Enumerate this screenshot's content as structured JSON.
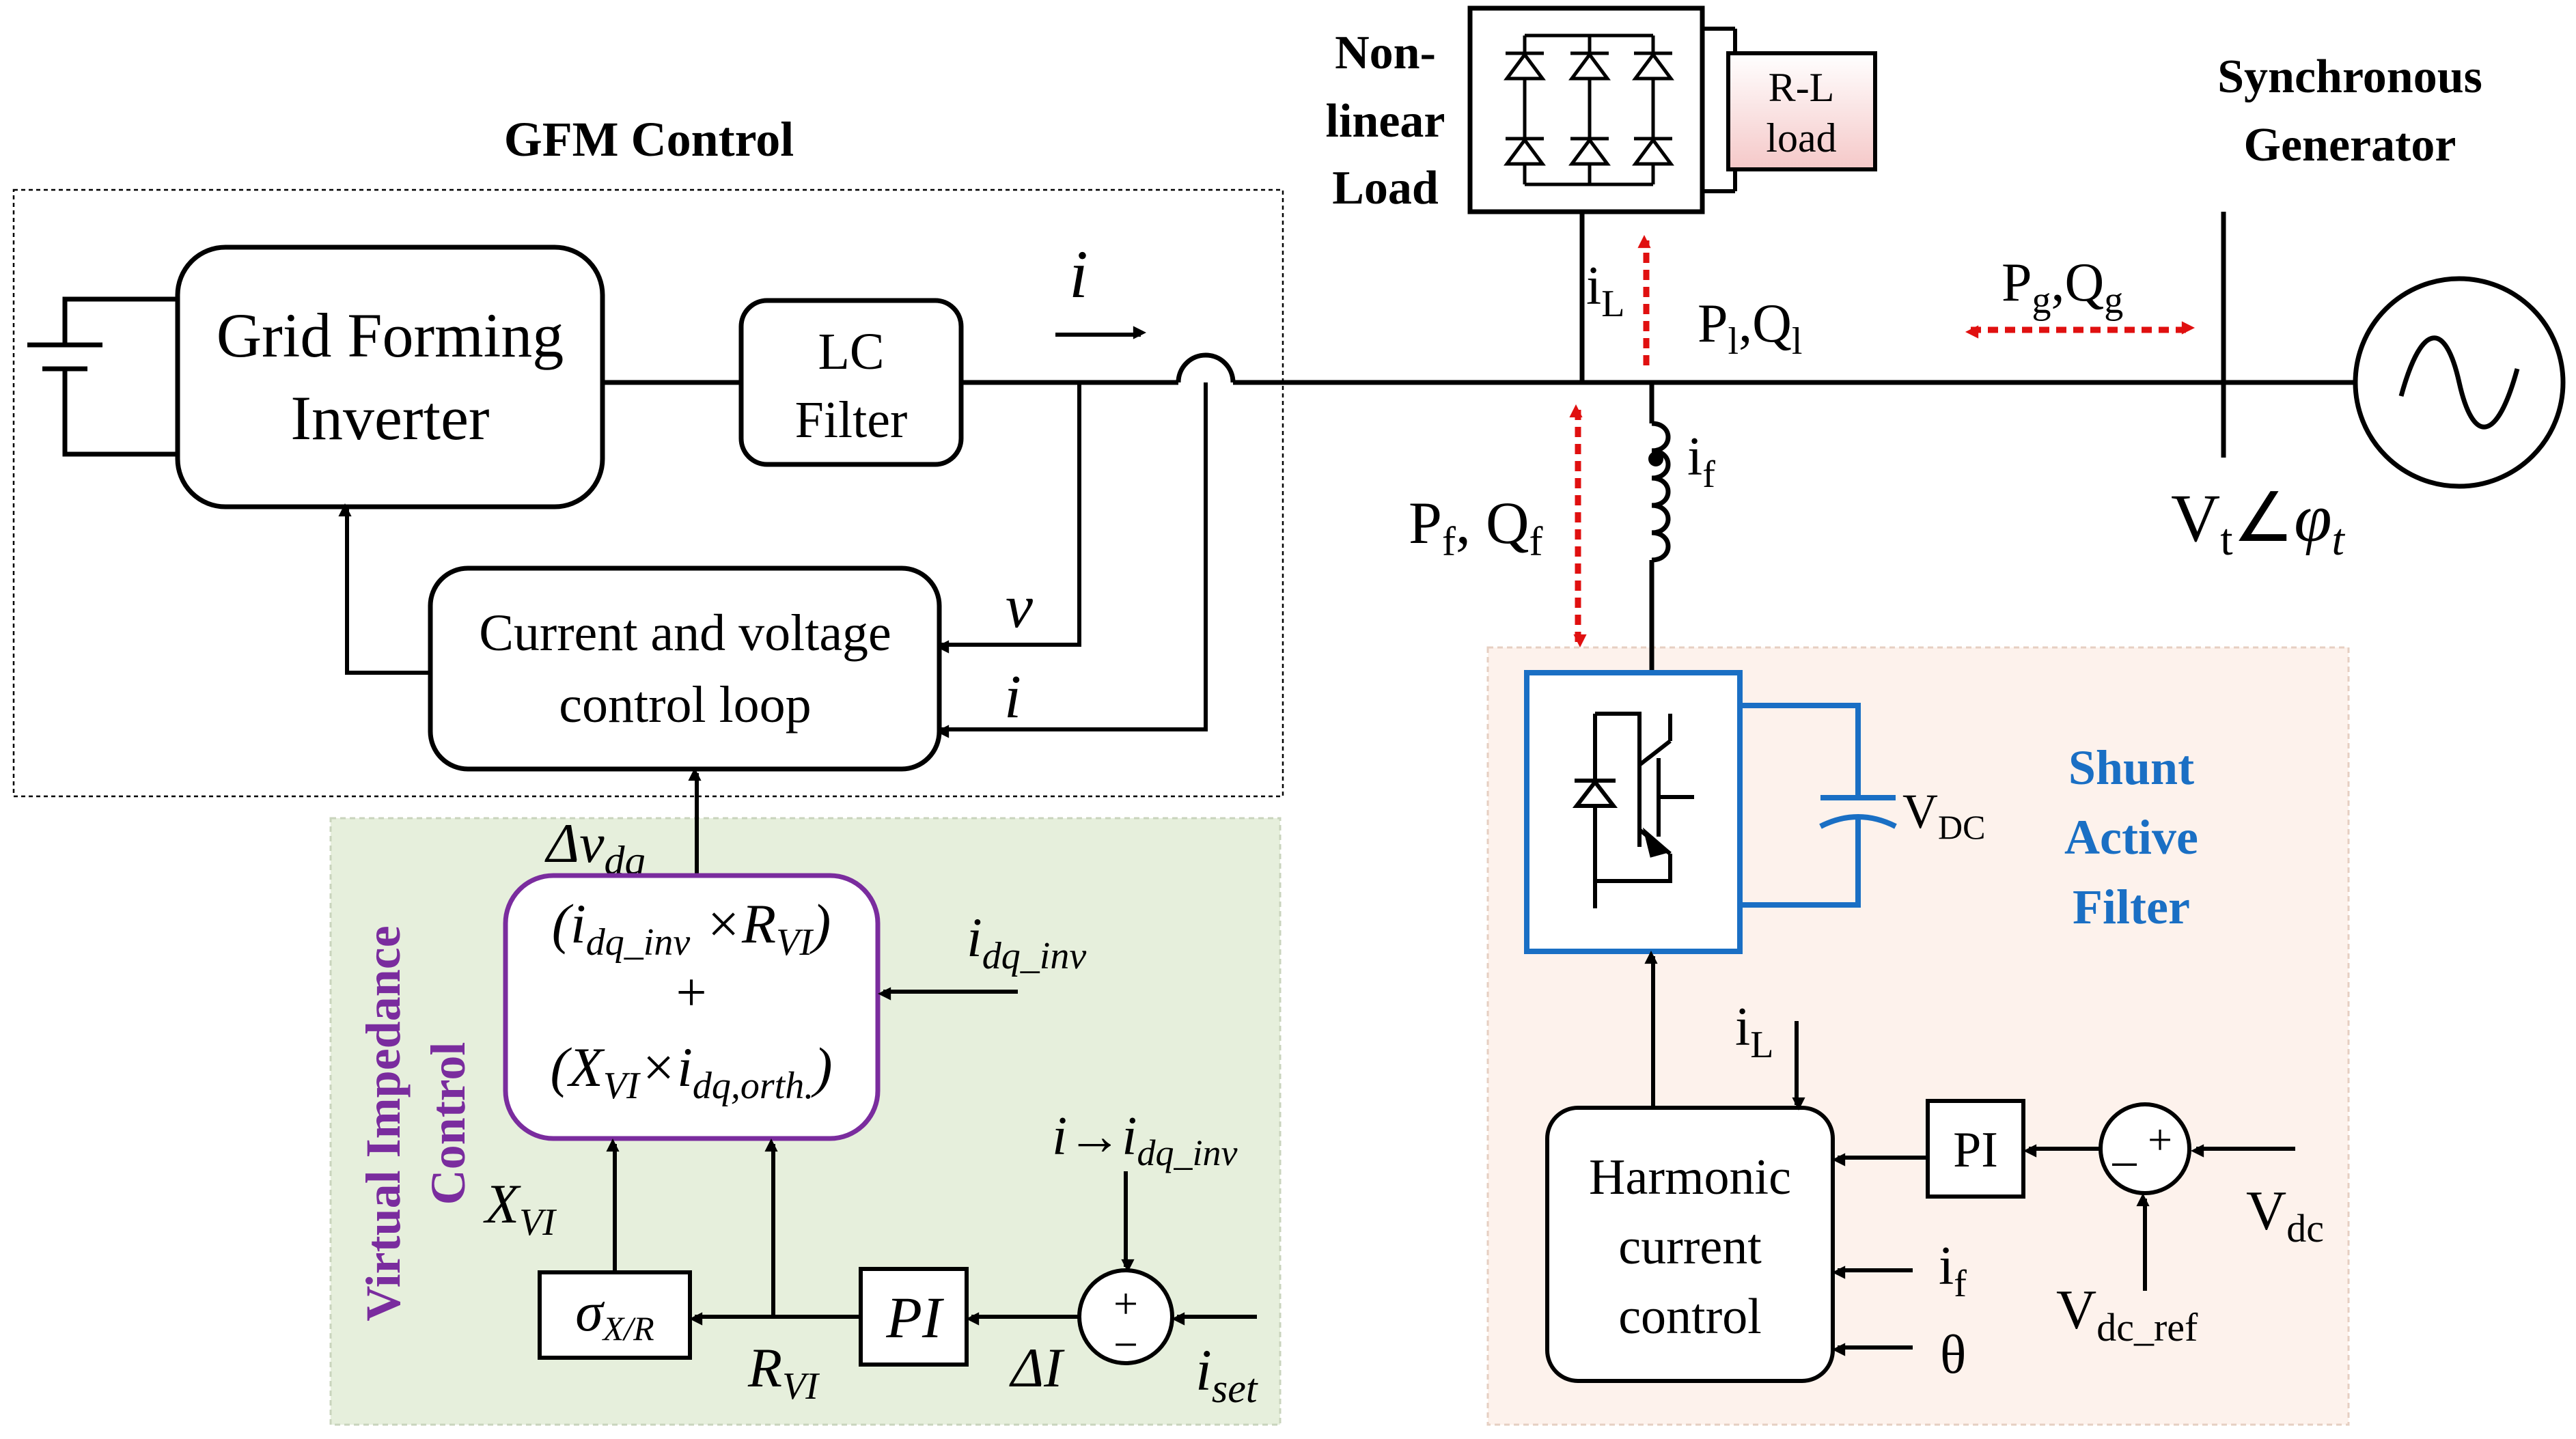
{
  "colors": {
    "line": "#000000",
    "power_arrow": "#e01010",
    "saf_blue": "#1a6fc4",
    "vi_purple": "#7a2c9e",
    "vi_panel_bg": "#e6efdc",
    "saf_panel_bg": "#fdf2ec",
    "rl_load_fill": "#f5c8c8"
  },
  "icons": {
    "battery": "battery-icon",
    "ac_source": "ac-source-icon",
    "diode_bridge": "diode-bridge-icon",
    "inductor": "inductor-icon",
    "igbt": "igbt-icon",
    "capacitor": "capacitor-icon"
  },
  "gfm": {
    "title": "GFM Control",
    "inverter_line1": "Grid Forming",
    "inverter_line2": "Inverter",
    "lc_line1": "LC",
    "lc_line2": "Filter",
    "loop_line1": "Current and voltage",
    "loop_line2": "control loop",
    "current_label": "i",
    "v_label": "v",
    "i_label": "i"
  },
  "load": {
    "nl_line1": "Non-",
    "nl_line2": "linear",
    "nl_line3": "Load",
    "rl_line1": "R-L",
    "rl_line2": "load",
    "iL": "i",
    "iL_sub": "L",
    "pl": "P",
    "pl_sub": "l",
    "ql": ",Q",
    "ql_sub": "l"
  },
  "generator": {
    "line1": "Synchronous",
    "line2": "Generator",
    "pg": "P",
    "pg_sub": "g",
    "qg": ",Q",
    "qg_sub": "g",
    "vt": "V",
    "vt_sub": "t",
    "angle": "∠",
    "phi": "φ",
    "phi_sub": "t"
  },
  "filter_branch": {
    "if_label": "i",
    "if_sub": "f",
    "pf": "P",
    "pf_sub": "f",
    "qf": ", Q",
    "qf_sub": "f"
  },
  "saf": {
    "title_line1": "Shunt",
    "title_line2": "Active",
    "title_line3": "Filter",
    "vdc": "V",
    "vdc_sub": "DC",
    "hcc_line1": "Harmonic",
    "hcc_line2": "current",
    "hcc_line3": "control",
    "iL": "i",
    "iL_sub": "L",
    "if": "i",
    "if_sub": "f",
    "theta": "θ",
    "pi": "PI",
    "minus": "_",
    "plus": "+",
    "vdc_in": "V",
    "vdc_in_sub": "dc",
    "vdc_ref": "V",
    "vdc_ref_sub": "dc_ref"
  },
  "vi": {
    "title_line1": "Virtual Impedance",
    "title_line2": "Control",
    "dv": "Δv",
    "dv_sub": "dq",
    "expr1_open": "(i",
    "expr1_sub": "dq_inv",
    "expr1_mid": " ×R",
    "expr1_sub2": "VI",
    "expr1_close": ")",
    "expr_plus": "+",
    "expr2_open": "(X",
    "expr2_sub": "VI",
    "expr2_mid": "×i",
    "expr2_sub2": "dq,orth.",
    "expr2_close": ")",
    "idq_in": "i",
    "idq_in_sub": "dq_inv",
    "xvi": "X",
    "xvi_sub": "VI",
    "sigma": "σ",
    "sigma_sub": "X/R",
    "rvi": "R",
    "rvi_sub": "VI",
    "pi": "PI",
    "di": "ΔI",
    "sum_plus": "+",
    "sum_minus": "−",
    "conv": "i",
    "conv_arrow": "→",
    "conv_i": "i",
    "conv_sub": "dq_inv",
    "iset": "i",
    "iset_sub": "set"
  }
}
